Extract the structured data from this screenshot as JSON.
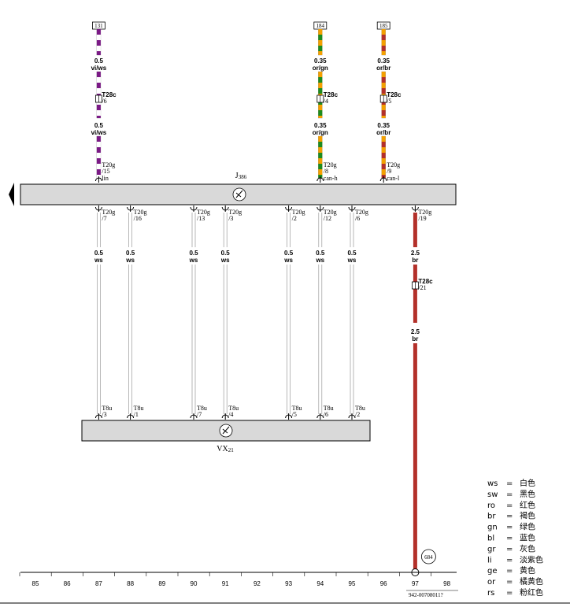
{
  "colors": {
    "vi": "#7b1a86",
    "ws": "#ffffff",
    "or": "#f4a000",
    "gn": "#1e8c1e",
    "br": "#b3302a",
    "rs": "#e07aa0",
    "module_fill": "#d9d9d9",
    "line": "#000000"
  },
  "modules": [
    {
      "id": "J386",
      "name": "J",
      "sub": "386"
    },
    {
      "id": "VX21",
      "name": "VX",
      "sub": "21"
    }
  ],
  "refs": [
    {
      "label": "131",
      "column": 87
    },
    {
      "label": "184",
      "column": 94
    },
    {
      "label": "185",
      "column": 96
    }
  ],
  "wires": [
    {
      "id": "w131",
      "column": 87,
      "colors": [
        "vi",
        "ws"
      ],
      "labels": [
        {
          "gauge": "0.5",
          "code": "vi/ws"
        },
        {
          "gauge": "0.5",
          "code": "vi/ws"
        }
      ],
      "inline": {
        "conn": "T28c",
        "pin": "/6"
      },
      "pin": {
        "conn": "T20g",
        "pin": "/15",
        "name": "lin"
      }
    },
    {
      "id": "w184",
      "column": 94,
      "colors": [
        "or",
        "gn"
      ],
      "labels": [
        {
          "gauge": "0.35",
          "code": "or/gn"
        },
        {
          "gauge": "0.35",
          "code": "or/gn"
        }
      ],
      "inline": {
        "conn": "T28c",
        "pin": "/4"
      },
      "pin": {
        "conn": "T20g",
        "pin": "/8",
        "name": "can-h"
      }
    },
    {
      "id": "w185",
      "column": 96,
      "colors": [
        "or",
        "br"
      ],
      "labels": [
        {
          "gauge": "0.35",
          "code": "or/br"
        },
        {
          "gauge": "0.35",
          "code": "or/br"
        }
      ],
      "inline": {
        "conn": "T28c",
        "pin": "/5"
      },
      "pin": {
        "conn": "T20g",
        "pin": "/9",
        "name": "can-l"
      }
    }
  ],
  "lower_wires": [
    {
      "column": 87,
      "top": {
        "conn": "T20g",
        "pin": "/7"
      },
      "bottom": {
        "conn": "T8u",
        "pin": "/3"
      },
      "label": {
        "gauge": "0.5",
        "code": "ws"
      }
    },
    {
      "column": 88,
      "top": {
        "conn": "T20g",
        "pin": "/16"
      },
      "bottom": {
        "conn": "T8u",
        "pin": "/1"
      },
      "label": {
        "gauge": "0.5",
        "code": "ws"
      }
    },
    {
      "column": 90,
      "top": {
        "conn": "T20g",
        "pin": "/13"
      },
      "bottom": {
        "conn": "T8u",
        "pin": "/7"
      },
      "label": {
        "gauge": "0.5",
        "code": "ws"
      }
    },
    {
      "column": 91,
      "top": {
        "conn": "T20g",
        "pin": "/3"
      },
      "bottom": {
        "conn": "T8u",
        "pin": "/4"
      },
      "label": {
        "gauge": "0.5",
        "code": "ws"
      }
    },
    {
      "column": 93,
      "top": {
        "conn": "T20g",
        "pin": "/2"
      },
      "bottom": {
        "conn": "T8u",
        "pin": "/5"
      },
      "label": {
        "gauge": "0.5",
        "code": "ws"
      }
    },
    {
      "column": 94,
      "top": {
        "conn": "T20g",
        "pin": "/12"
      },
      "bottom": {
        "conn": "T8u",
        "pin": "/6"
      },
      "label": {
        "gauge": "0.5",
        "code": "ws"
      }
    },
    {
      "column": 95,
      "top": {
        "conn": "T20g",
        "pin": "/6"
      },
      "bottom": {
        "conn": "T8u",
        "pin": "/2"
      },
      "label": {
        "gauge": "0.5",
        "code": "ws"
      }
    }
  ],
  "ground_wire": {
    "column": 97,
    "color": "br",
    "top": {
      "conn": "T20g",
      "pin": "/19"
    },
    "labels": [
      {
        "gauge": "2.5",
        "code": "br"
      },
      {
        "gauge": "2.5",
        "code": "br"
      }
    ],
    "inline": {
      "conn": "T28c",
      "pin": "/21"
    },
    "ground_point": "684"
  },
  "scale": [
    "85",
    "86",
    "87",
    "88",
    "89",
    "90",
    "91",
    "92",
    "93",
    "94",
    "95",
    "96",
    "97",
    "98"
  ],
  "doc_number": "942-00708011?",
  "legend": [
    {
      "code": "ws",
      "meaning": "白色"
    },
    {
      "code": "sw",
      "meaning": "黑色"
    },
    {
      "code": "ro",
      "meaning": "红色"
    },
    {
      "code": "br",
      "meaning": "褐色"
    },
    {
      "code": "gn",
      "meaning": "绿色"
    },
    {
      "code": "bl",
      "meaning": "蓝色"
    },
    {
      "code": "gr",
      "meaning": "灰色"
    },
    {
      "code": "li",
      "meaning": "淡紫色"
    },
    {
      "code": "ge",
      "meaning": "黄色"
    },
    {
      "code": "or",
      "meaning": "橘黄色"
    },
    {
      "code": "rs",
      "meaning": "粉红色"
    }
  ]
}
